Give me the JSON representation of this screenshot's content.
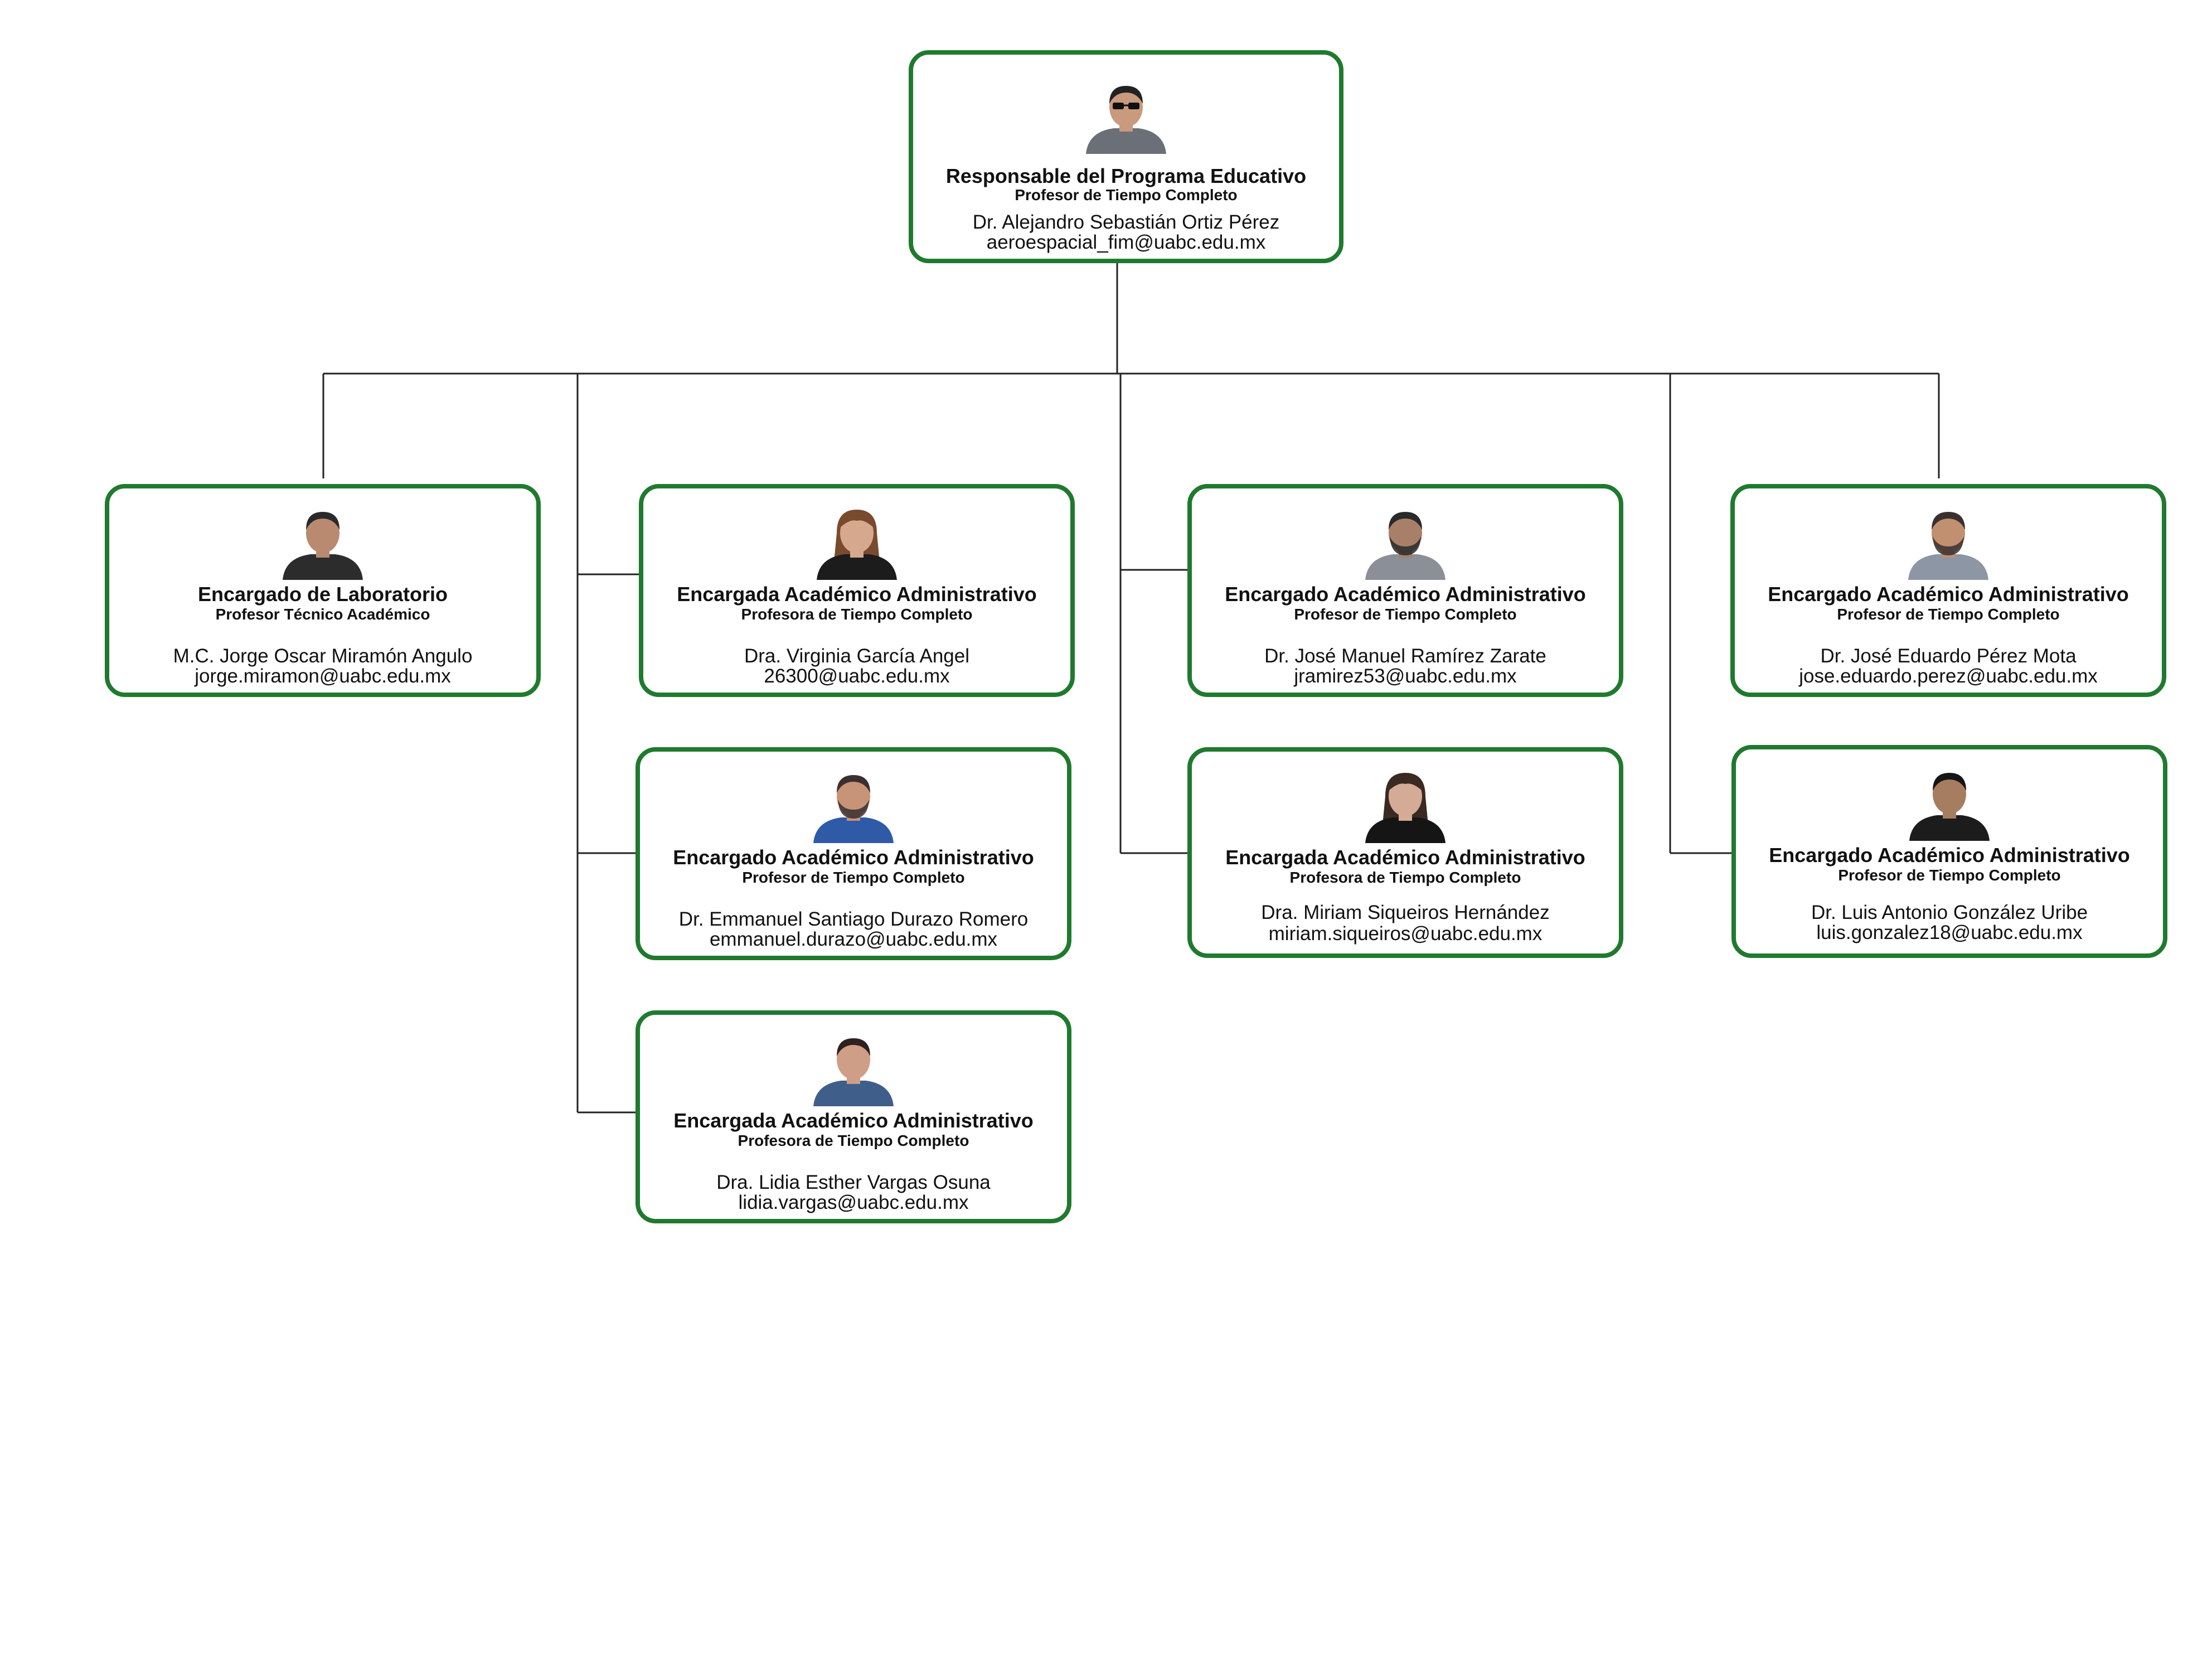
{
  "colors": {
    "border": "#1f7a2e",
    "connector": "#222222"
  },
  "nodes": {
    "root": {
      "role": "Responsable del Programa Educativo",
      "subtitle": "Profesor de Tiempo Completo",
      "name": "Dr. Alejandro Sebastián Ortiz Pérez",
      "email": "aeroespacial_fim@uabc.edu.mx"
    },
    "lab": {
      "role": "Encargado de Laboratorio",
      "subtitle": "Profesor Técnico Académico",
      "name": "M.C. Jorge Oscar Miramón Angulo",
      "email": "jorge.miramon@uabc.edu.mx"
    },
    "garcia": {
      "role": "Encargada Académico Administrativo",
      "subtitle": "Profesora de Tiempo Completo",
      "name": "Dra. Virginia García Angel",
      "email": "26300@uabc.edu.mx"
    },
    "durazo": {
      "role": "Encargado Académico Administrativo",
      "subtitle": "Profesor de Tiempo Completo",
      "name": "Dr. Emmanuel Santiago Durazo Romero",
      "email": "emmanuel.durazo@uabc.edu.mx"
    },
    "vargas": {
      "role": "Encargada Académico Administrativo",
      "subtitle": "Profesora de Tiempo Completo",
      "name": "Dra. Lidia Esther Vargas Osuna",
      "email": "lidia.vargas@uabc.edu.mx"
    },
    "ramirez": {
      "role": "Encargado Académico Administrativo",
      "subtitle": "Profesor de Tiempo Completo",
      "name": "Dr. José Manuel Ramírez Zarate",
      "email": "jramirez53@uabc.edu.mx"
    },
    "siqueiros": {
      "role": "Encargada Académico Administrativo",
      "subtitle": "Profesora de Tiempo Completo",
      "name": "Dra. Miriam Siqueiros Hernández",
      "email": "miriam.siqueiros@uabc.edu.mx"
    },
    "perez": {
      "role": "Encargado Académico Administrativo",
      "subtitle": "Profesor de Tiempo Completo",
      "name": "Dr. José Eduardo Pérez Mota",
      "email": "jose.eduardo.perez@uabc.edu.mx"
    },
    "gonzalez": {
      "role": "Encargado Académico Administrativo",
      "subtitle": "Profesor de Tiempo Completo",
      "name": "Dr. Luis Antonio González Uribe",
      "email": "luis.gonzalez18@uabc.edu.mx"
    }
  }
}
